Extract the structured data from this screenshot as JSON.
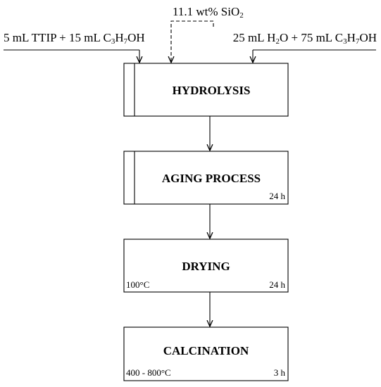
{
  "inputs": {
    "left": {
      "a": "5 mL TTIP + 15 mL C",
      "b": "3",
      "c": "H",
      "d": "7",
      "e": "OH"
    },
    "middle": {
      "a": "11.1 wt% SiO",
      "b": "2"
    },
    "right": {
      "a": "25 mL H",
      "b": "2",
      "c": "O + 75 mL C",
      "d": "3",
      "e": "H",
      "f": "7",
      "g": "OH"
    }
  },
  "steps": [
    {
      "title": "HYDROLYSIS"
    },
    {
      "title": "AGING PROCESS",
      "time": "24 h"
    },
    {
      "title": "DRYING",
      "temperature": "100°C",
      "time": "24 h"
    },
    {
      "title": "CALCINATION",
      "temperature": "400 - 800°C",
      "time": "3 h"
    }
  ]
}
